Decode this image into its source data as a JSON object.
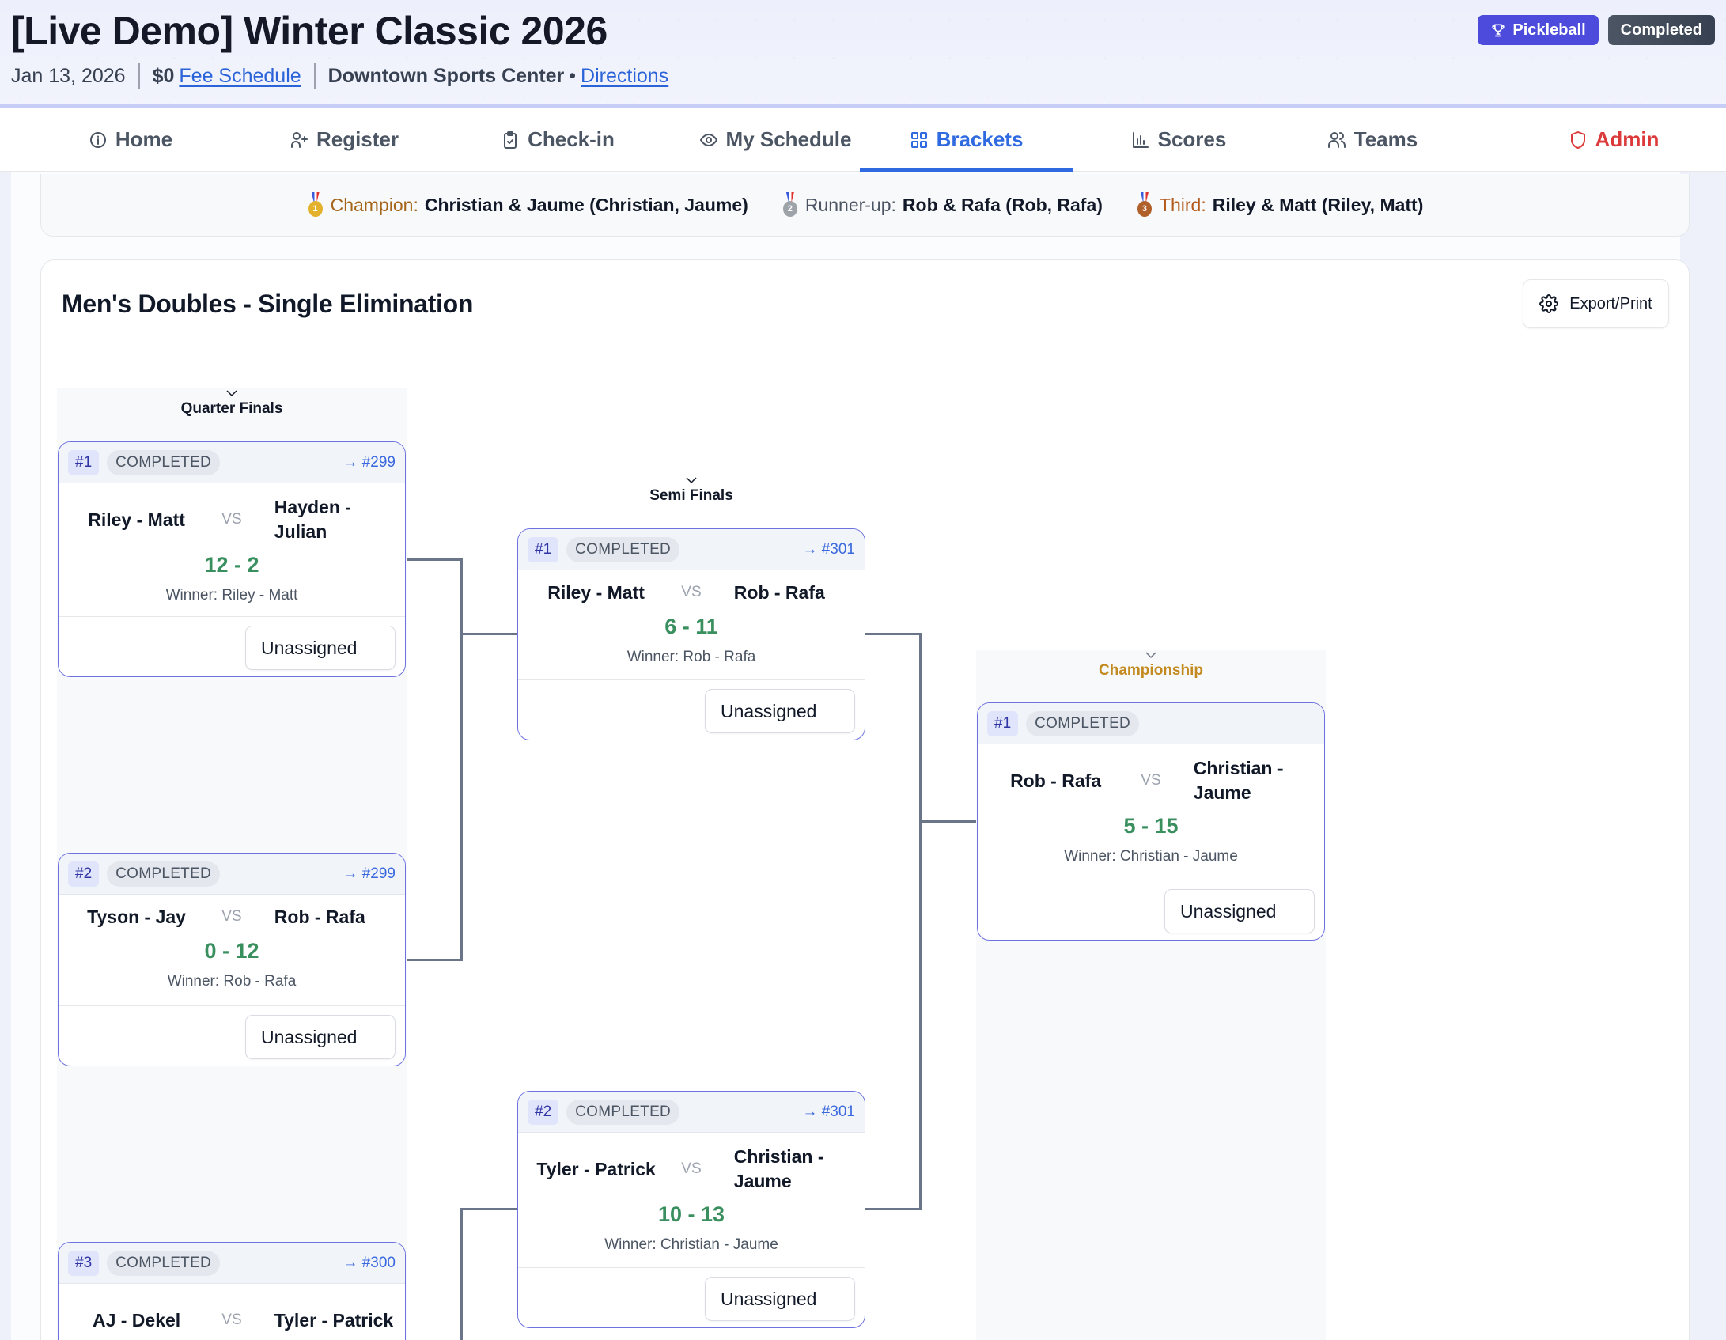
{
  "header": {
    "title": "[Live Demo] Winter Classic 2026",
    "date": "Jan 13, 2026",
    "price": "$0",
    "fee_link": "Fee Schedule",
    "venue": "Downtown Sports Center",
    "bullet": "•",
    "directions_link": "Directions",
    "sport_badge": "Pickleball",
    "status_badge": "Completed",
    "colors": {
      "sport_badge": "#4c4bdc",
      "status_badge": "#374151"
    }
  },
  "nav": {
    "items": [
      {
        "label": "Home",
        "icon": "info-circle-icon"
      },
      {
        "label": "Register",
        "icon": "user-plus-icon"
      },
      {
        "label": "Check-in",
        "icon": "clipboard-check-icon"
      },
      {
        "label": "My Schedule",
        "icon": "eye-icon"
      },
      {
        "label": "Brackets",
        "icon": "grid-icon",
        "active": true
      },
      {
        "label": "Scores",
        "icon": "bar-chart-icon"
      },
      {
        "label": "Teams",
        "icon": "users-icon"
      },
      {
        "label": "Admin",
        "icon": "shield-icon"
      }
    ],
    "active_color": "#2f6ae0",
    "admin_color": "#dc3a3a"
  },
  "podium": {
    "champion": {
      "label": "Champion:",
      "value": "Christian & Jaume (Christian, Jaume)",
      "medal": "1"
    },
    "runner_up": {
      "label": "Runner-up:",
      "value": "Rob & Rafa (Rob, Rafa)",
      "medal": "2"
    },
    "third": {
      "label": "Third:",
      "value": "Riley & Matt (Riley, Matt)",
      "medal": "3"
    }
  },
  "bracket": {
    "title": "Men's Doubles - Single Elimination",
    "export_label": "Export/Print",
    "rounds": [
      {
        "title": "Quarter Finals",
        "matches": [
          {
            "num": "#1",
            "status": "COMPLETED",
            "next": "→ #299",
            "team1": "Riley - Matt",
            "vs": "VS",
            "team2": "Hayden - Julian",
            "score": "12 - 2",
            "winner": "Winner: Riley - Matt",
            "court": "Unassigned"
          },
          {
            "num": "#2",
            "status": "COMPLETED",
            "next": "→ #299",
            "team1": "Tyson - Jay",
            "vs": "VS",
            "team2": "Rob - Rafa",
            "score": "0 - 12",
            "winner": "Winner: Rob - Rafa",
            "court": "Unassigned"
          },
          {
            "num": "#3",
            "status": "COMPLETED",
            "next": "→ #300",
            "team1": "AJ - Dekel",
            "vs": "VS",
            "team2": "Tyler - Patrick"
          }
        ]
      },
      {
        "title": "Semi Finals",
        "matches": [
          {
            "num": "#1",
            "status": "COMPLETED",
            "next": "→ #301",
            "team1": "Riley - Matt",
            "vs": "VS",
            "team2": "Rob - Rafa",
            "score": "6 - 11",
            "winner": "Winner: Rob - Rafa",
            "court": "Unassigned"
          },
          {
            "num": "#2",
            "status": "COMPLETED",
            "next": "→ #301",
            "team1": "Tyler - Patrick",
            "vs": "VS",
            "team2": "Christian - Jaume",
            "score": "10 - 13",
            "winner": "Winner: Christian - Jaume",
            "court": "Unassigned"
          }
        ]
      },
      {
        "title": "Championship",
        "matches": [
          {
            "num": "#1",
            "status": "COMPLETED",
            "team1": "Rob - Rafa",
            "vs": "VS",
            "team2": "Christian - Jaume",
            "score": "5 - 15",
            "winner": "Winner: Christian - Jaume",
            "court": "Unassigned"
          }
        ]
      }
    ],
    "colors": {
      "card_border": "#6e72e0",
      "score": "#3a8f5f",
      "next_link": "#3a68de",
      "championship_title": "#c38a1f"
    }
  }
}
